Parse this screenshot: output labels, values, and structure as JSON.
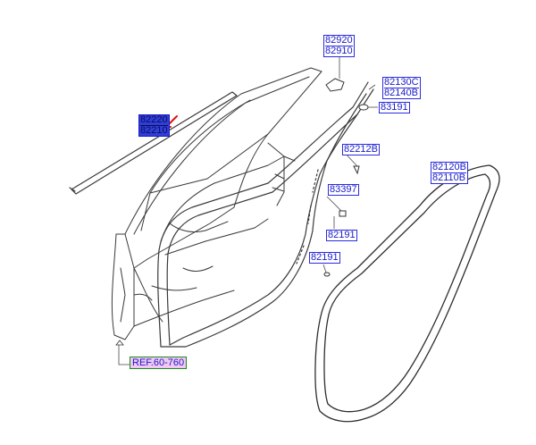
{
  "labels": [
    {
      "id": "top-center",
      "lines": [
        "82920",
        "82910"
      ]
    },
    {
      "id": "upper-right",
      "lines": [
        "82130C",
        "82140B"
      ]
    },
    {
      "id": "bolt",
      "lines": [
        "83191"
      ]
    },
    {
      "id": "left-highlight",
      "lines": [
        "82220",
        "82210"
      ]
    },
    {
      "id": "mid-right",
      "lines": [
        "82212B"
      ]
    },
    {
      "id": "clip",
      "lines": [
        "83397"
      ]
    },
    {
      "id": "grommet-upper",
      "lines": [
        "82191"
      ]
    },
    {
      "id": "grommet-lower",
      "lines": [
        "82191"
      ]
    },
    {
      "id": "weatherstrip",
      "lines": [
        "82120B",
        "82110B"
      ]
    }
  ],
  "reference": "REF.60-760",
  "colors": {
    "label_border": "#2b2be0",
    "label_text": "#1a1ac8",
    "highlight_fill": "#2f3fd6",
    "reference_fill": "#f2c8f2",
    "reference_border": "#1a8a1a",
    "pointer_arrow": "#e01010",
    "line_art": "#333333"
  },
  "icons": [
    "red-pointer-arrow-icon",
    "reference-arrow-icon"
  ]
}
